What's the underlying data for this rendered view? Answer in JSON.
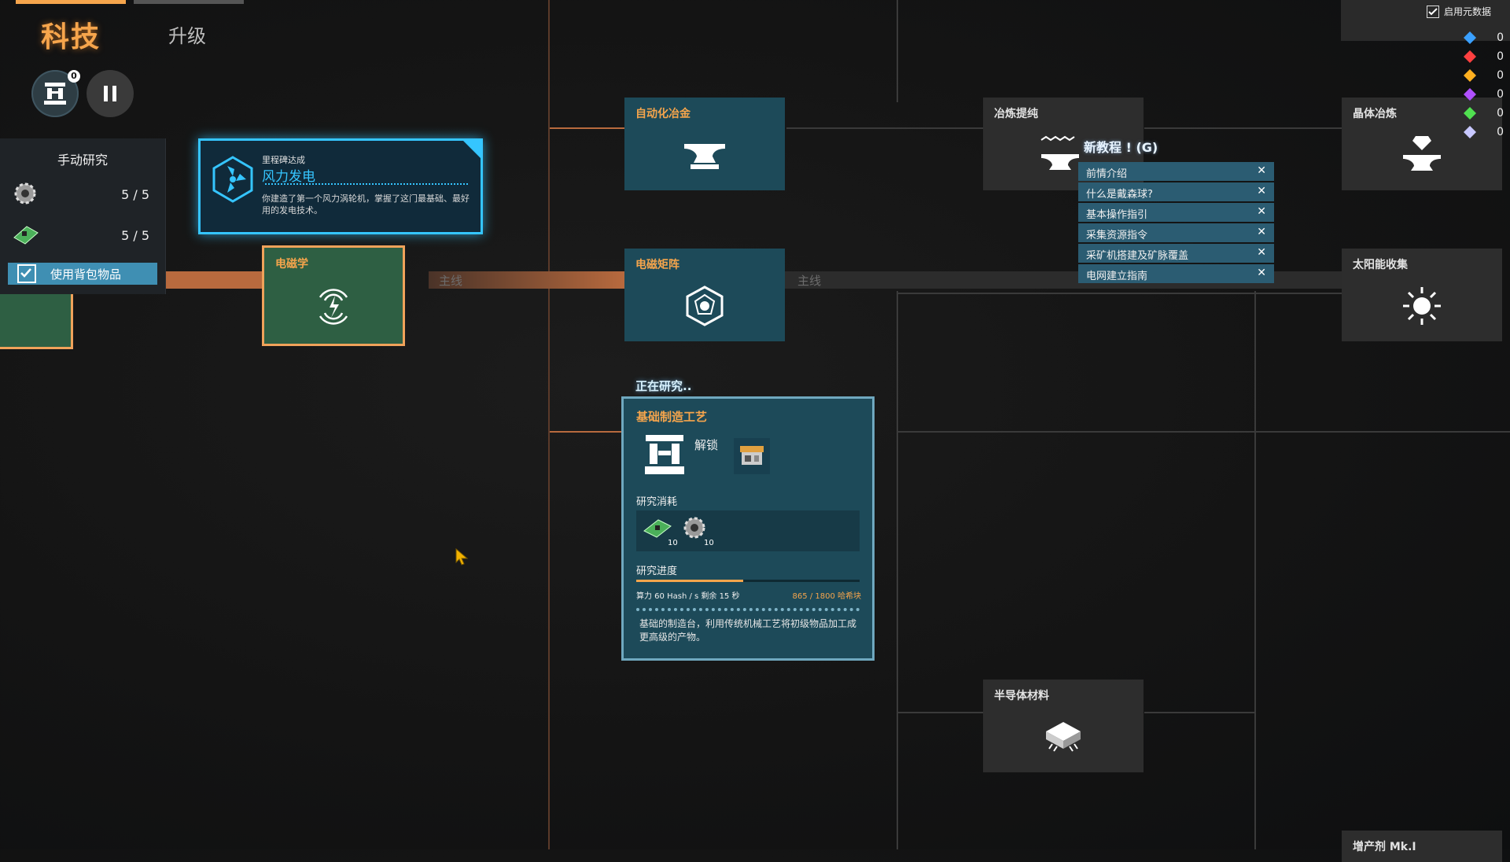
{
  "tabs": {
    "tech": "科技",
    "upgrade": "升级"
  },
  "lab_badge": "0",
  "manual": {
    "title": "手动研究",
    "rows": [
      {
        "icon": "gear-icon",
        "count": "5 / 5"
      },
      {
        "icon": "circuit-board-icon",
        "count": "5 / 5"
      }
    ],
    "use_bag": "使用背包物品"
  },
  "mainline": {
    "label1": "主线",
    "label2": "主线"
  },
  "milestone": {
    "subtitle": "里程碑达成",
    "title": "风力发电",
    "desc": "你建造了第一个风力涡轮机，掌握了这门最基础、最好用的发电技术。"
  },
  "nodes": {
    "electromagnetism": "电磁学",
    "auto_metallurgy": "自动化冶金",
    "em_matrix": "电磁矩阵",
    "smelt": "冶炼提纯",
    "crystal": "晶体冶炼",
    "solar": "太阳能收集",
    "semiconductor": "半导体材料",
    "proliferator": "增产剂 Mk.I"
  },
  "researching": "正在研究..",
  "research_card": {
    "title": "基础制造工艺",
    "unlock": "解锁",
    "cost_label": "研究消耗",
    "cost": [
      {
        "icon": "circuit-board-icon",
        "qty": "10"
      },
      {
        "icon": "gear-icon",
        "qty": "10"
      }
    ],
    "progress_label": "研究进度",
    "progress": 0.48,
    "speed": "算力 60 Hash / s  剩余 15 秒",
    "hash": "865 / 1800 哈希块",
    "desc": "基础的制造台，利用传统机械工艺将初级物品加工成更高级的产物。"
  },
  "tutorial": {
    "title": "新教程 ! (G)",
    "items": [
      "前情介绍",
      "什么是戴森球?",
      "基本操作指引",
      "采集资源指令",
      "采矿机搭建及矿脉覆盖",
      "电网建立指南"
    ]
  },
  "metadata_label": "启用元数据",
  "resources": [
    {
      "icon": "blue-matrix-icon",
      "color": "#3aa0ff",
      "value": "0"
    },
    {
      "icon": "red-matrix-icon",
      "color": "#ff4040",
      "value": "0"
    },
    {
      "icon": "yellow-matrix-icon",
      "color": "#ffb020",
      "value": "0"
    },
    {
      "icon": "purple-matrix-icon",
      "color": "#b050ff",
      "value": "0"
    },
    {
      "icon": "green-matrix-icon",
      "color": "#50e050",
      "value": "0"
    },
    {
      "icon": "white-matrix-icon",
      "color": "#c8c8ff",
      "value": "0"
    }
  ],
  "colors": {
    "accent": "#f6a54c",
    "teal": "#1d4a59",
    "highlight": "#35c5ff",
    "mainline": "#b86a3e"
  }
}
